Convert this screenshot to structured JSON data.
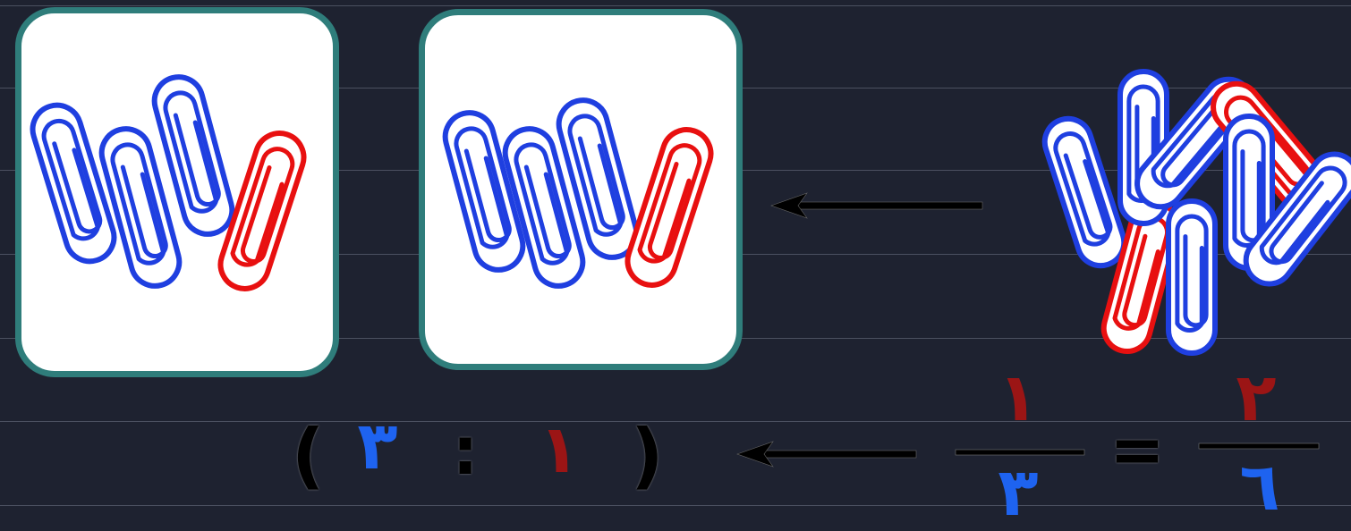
{
  "colors": {
    "background": "#1e2230",
    "rule_line": "#4b5060",
    "card_border": "#2f7d7b",
    "card_fill": "#ffffff",
    "blue": "#1f3fe0",
    "red": "#e81010",
    "dark_red": "#9b1515",
    "digit_blue": "#1e63f0",
    "arrow": "#000000"
  },
  "groups": [
    {
      "name": "group-1",
      "blue_clips": 3,
      "red_clips": 1
    },
    {
      "name": "group-2",
      "blue_clips": 3,
      "red_clips": 1
    }
  ],
  "pile": {
    "blue_clips": 6,
    "red_clips": 2
  },
  "ratio": {
    "open_paren": "(",
    "left": "٣",
    "separator": ":",
    "right": "١",
    "close_paren": ")"
  },
  "fraction_simplified": {
    "numerator": "١",
    "denominator": "٣"
  },
  "equals": "=",
  "fraction_original": {
    "numerator": "٢",
    "denominator": "٦"
  },
  "icons": [
    "paperclip-icon",
    "left-arrow-icon"
  ]
}
